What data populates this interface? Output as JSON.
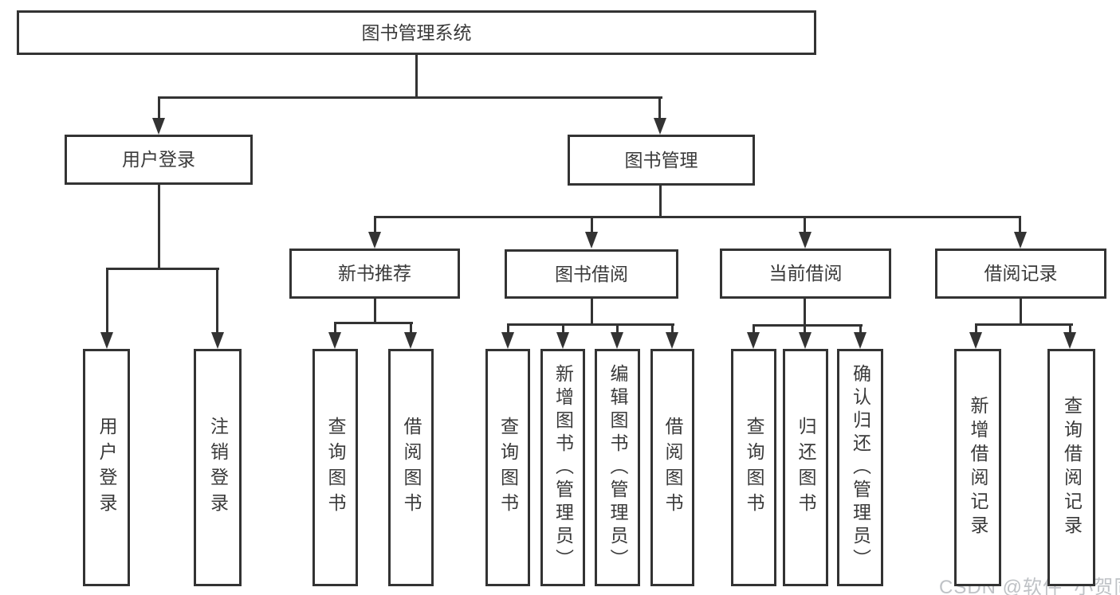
{
  "diagram": {
    "type": "tree",
    "title": "图书管理系统",
    "nodes": [
      {
        "id": "root",
        "label": "图书管理系统",
        "level": 1,
        "parent": null
      },
      {
        "id": "user-login",
        "label": "用户登录",
        "level": 2,
        "parent": "root"
      },
      {
        "id": "book-mgmt",
        "label": "图书管理",
        "level": 2,
        "parent": "root"
      },
      {
        "id": "new-book-rec",
        "label": "新书推荐",
        "level": 3,
        "parent": "book-mgmt"
      },
      {
        "id": "book-borrow",
        "label": "图书借阅",
        "level": 3,
        "parent": "book-mgmt"
      },
      {
        "id": "current-borrow",
        "label": "当前借阅",
        "level": 3,
        "parent": "book-mgmt"
      },
      {
        "id": "borrow-record",
        "label": "借阅记录",
        "level": 3,
        "parent": "book-mgmt"
      },
      {
        "id": "login",
        "label": "用户登录",
        "level": 4,
        "parent": "user-login"
      },
      {
        "id": "logout",
        "label": "注销登录",
        "level": 4,
        "parent": "user-login"
      },
      {
        "id": "rec-query",
        "label": "查询图书",
        "level": 4,
        "parent": "new-book-rec"
      },
      {
        "id": "rec-borrow",
        "label": "借阅图书",
        "level": 4,
        "parent": "new-book-rec"
      },
      {
        "id": "bb-query",
        "label": "查询图书",
        "level": 4,
        "parent": "book-borrow"
      },
      {
        "id": "bb-add",
        "label": "新增图书（管理员）",
        "level": 4,
        "parent": "book-borrow"
      },
      {
        "id": "bb-edit",
        "label": "编辑图书（管理员）",
        "level": 4,
        "parent": "book-borrow"
      },
      {
        "id": "bb-borrow",
        "label": "借阅图书",
        "level": 4,
        "parent": "book-borrow"
      },
      {
        "id": "cb-query",
        "label": "查询图书",
        "level": 4,
        "parent": "current-borrow"
      },
      {
        "id": "cb-return",
        "label": "归还图书",
        "level": 4,
        "parent": "current-borrow"
      },
      {
        "id": "cb-confirm",
        "label": "确认归还（管理员）",
        "level": 4,
        "parent": "current-borrow"
      },
      {
        "id": "br-add",
        "label": "新增借阅记录",
        "level": 4,
        "parent": "borrow-record"
      },
      {
        "id": "br-query",
        "label": "查询借阅记录",
        "level": 4,
        "parent": "borrow-record"
      }
    ],
    "edges": [
      [
        "root",
        "user-login"
      ],
      [
        "root",
        "book-mgmt"
      ],
      [
        "user-login",
        "login"
      ],
      [
        "user-login",
        "logout"
      ],
      [
        "book-mgmt",
        "new-book-rec"
      ],
      [
        "book-mgmt",
        "book-borrow"
      ],
      [
        "book-mgmt",
        "current-borrow"
      ],
      [
        "book-mgmt",
        "borrow-record"
      ],
      [
        "new-book-rec",
        "rec-query"
      ],
      [
        "new-book-rec",
        "rec-borrow"
      ],
      [
        "book-borrow",
        "bb-query"
      ],
      [
        "book-borrow",
        "bb-add"
      ],
      [
        "book-borrow",
        "bb-edit"
      ],
      [
        "book-borrow",
        "bb-borrow"
      ],
      [
        "current-borrow",
        "cb-query"
      ],
      [
        "current-borrow",
        "cb-return"
      ],
      [
        "current-borrow",
        "cb-confirm"
      ],
      [
        "borrow-record",
        "br-add"
      ],
      [
        "borrow-record",
        "br-query"
      ]
    ]
  },
  "watermark": {
    "text": "CSDN @软件_小贺同学"
  },
  "colors": {
    "line": "#333333",
    "box_border": "#333333",
    "text": "#3a3a3a",
    "background": "#ffffff",
    "watermark": "#bfc2c6"
  }
}
